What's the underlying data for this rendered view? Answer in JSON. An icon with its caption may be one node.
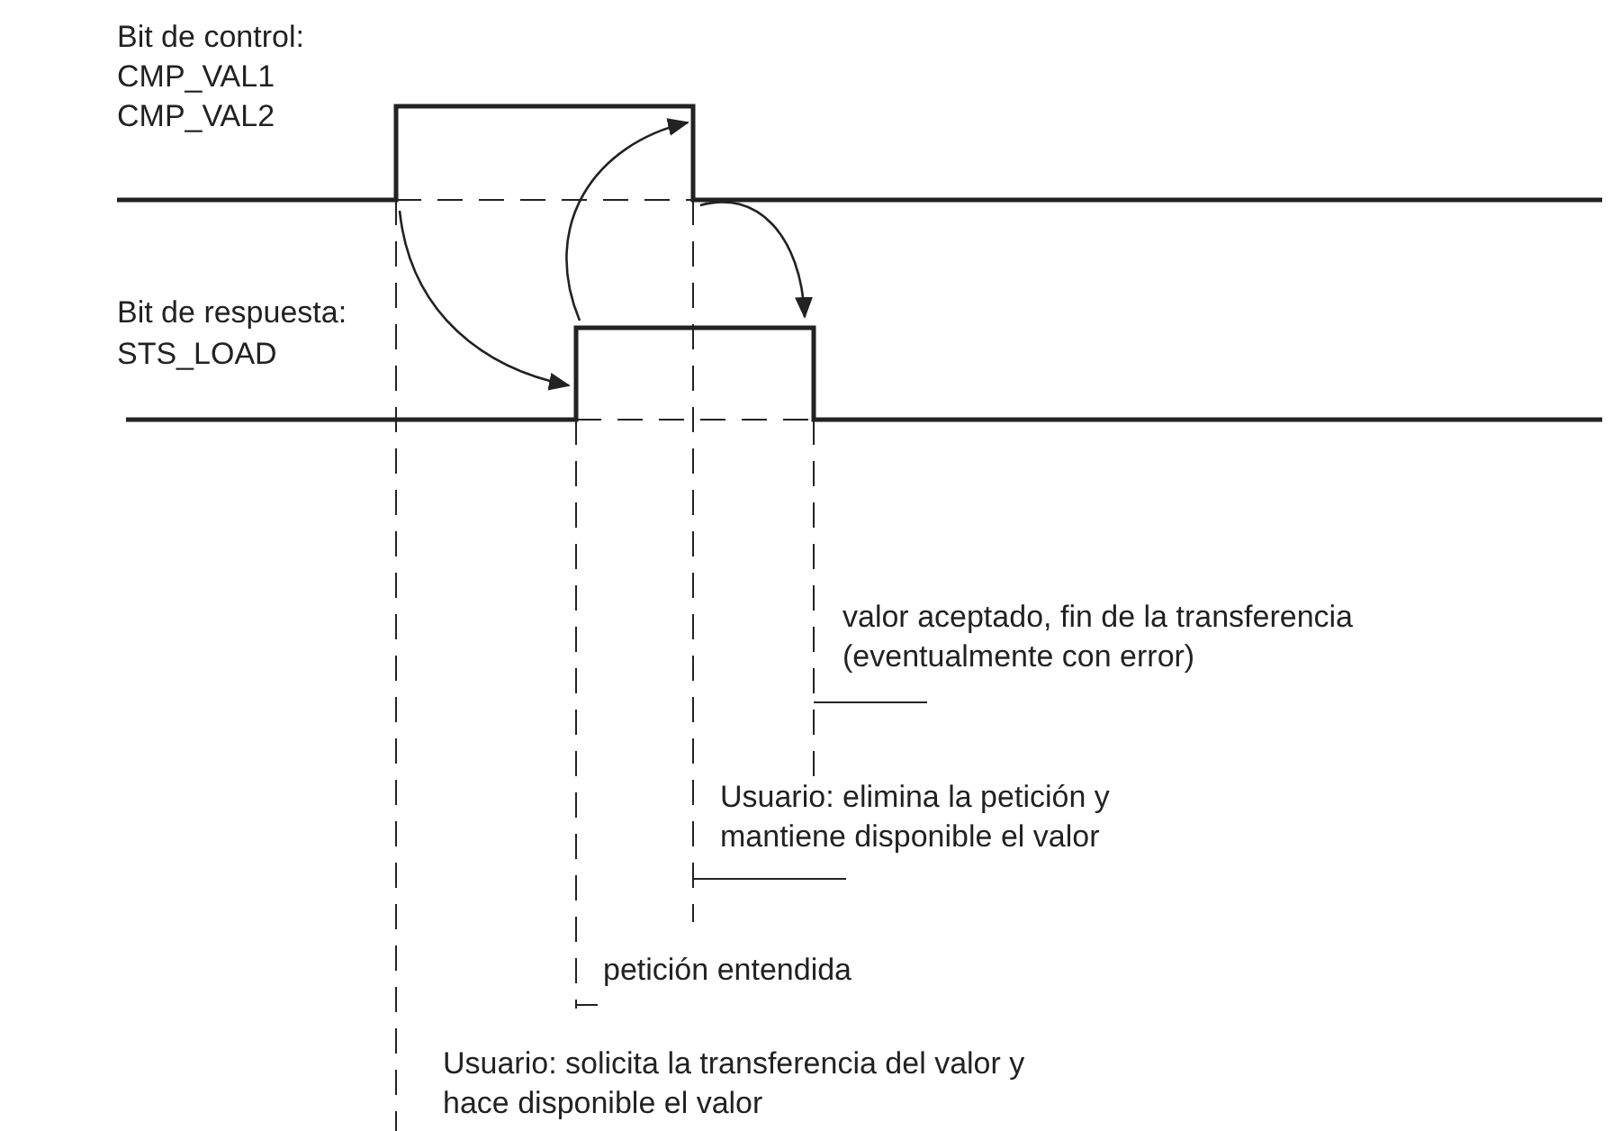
{
  "diagram": {
    "labels": [
      "Bit de control:",
      "CMP_VAL1",
      "CMP_VAL2",
      "Bit de respuesta:",
      "STS_LOAD",
      "valor aceptado, fin de la transferencia (eventualmente con error)",
      "Usuario: elimina la petición y mantiene disponible el valor",
      "petición entendida",
      "Usuario: solicita la transferencia del valor y hace disponible el valor"
    ]
  }
}
